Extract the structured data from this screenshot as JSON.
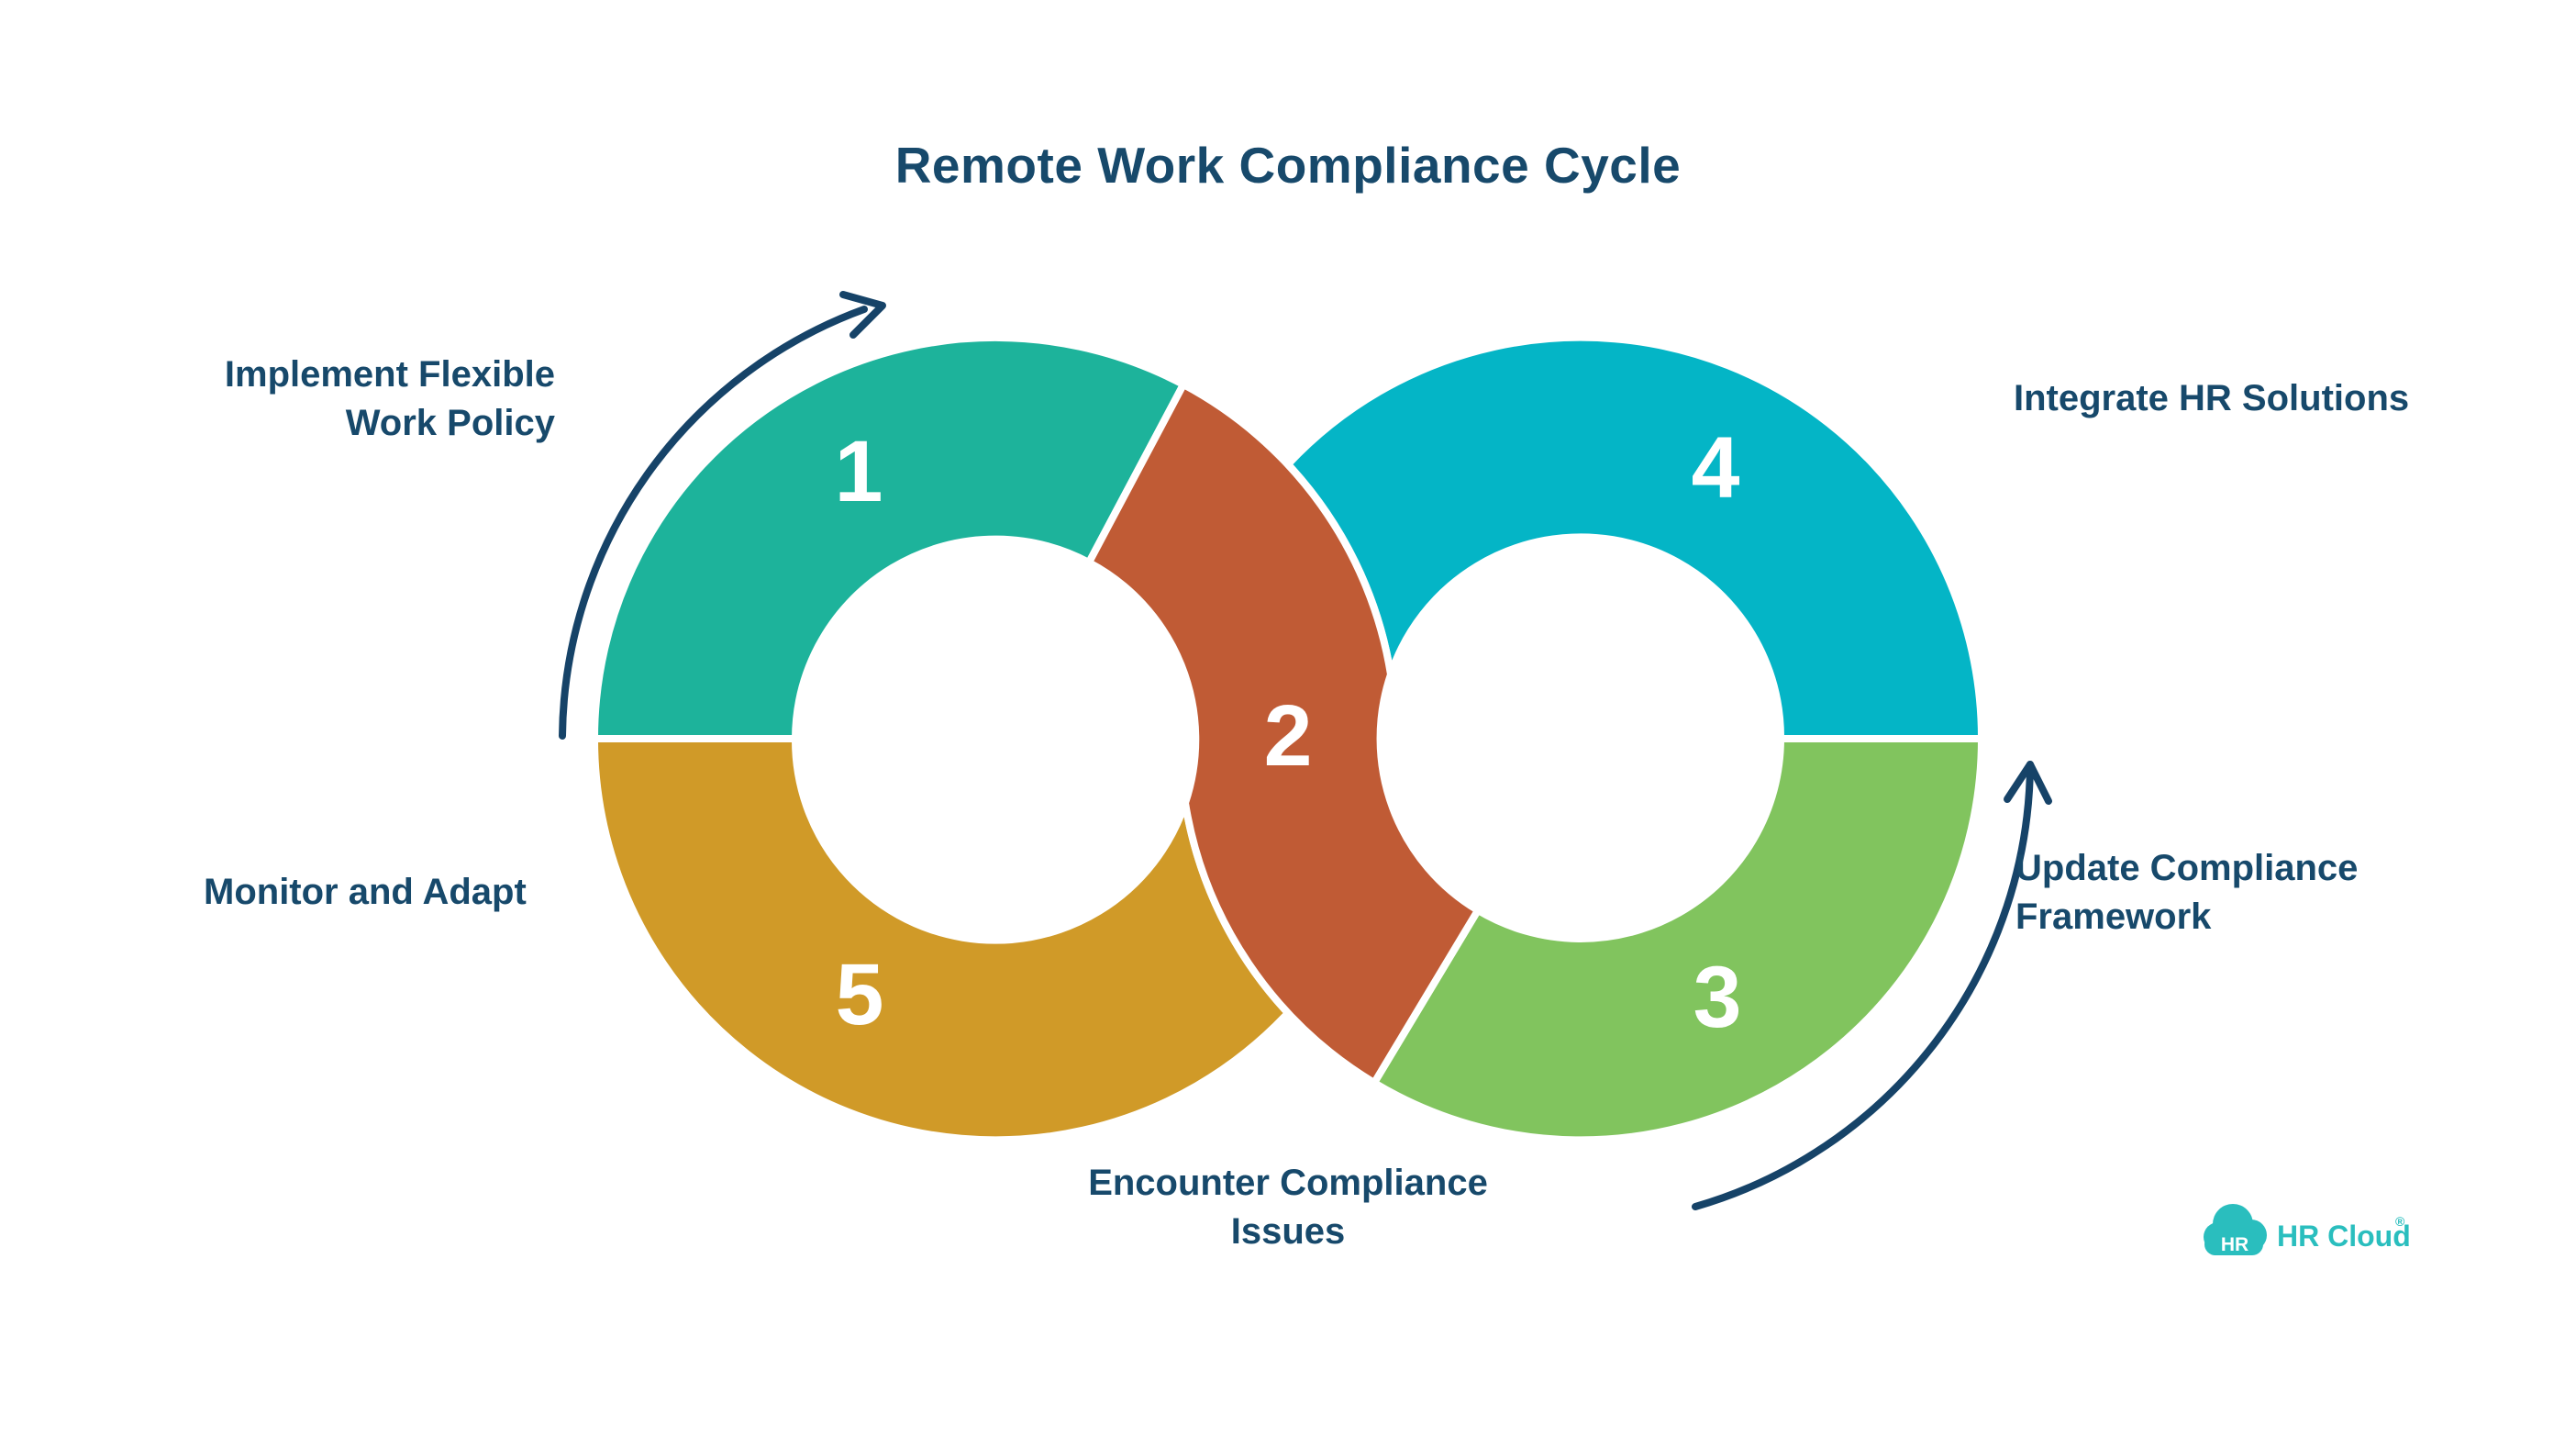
{
  "title": "Remote Work Compliance Cycle",
  "steps": [
    {
      "number": "1",
      "lines": [
        "Implement Flexible",
        "Work Policy"
      ]
    },
    {
      "number": "2",
      "lines": [
        "Encounter Compliance",
        "Issues"
      ]
    },
    {
      "number": "3",
      "lines": [
        "Update Compliance",
        "Framework"
      ]
    },
    {
      "number": "4",
      "lines": [
        "Integrate HR Solutions"
      ]
    },
    {
      "number": "5",
      "lines": [
        "Monitor and Adapt"
      ]
    }
  ],
  "logo": {
    "badge_text": "HR",
    "wordmark": "HR Cloud",
    "registered_mark": "®"
  },
  "colors": {
    "background": "#ffffff",
    "title_text": "#17496B",
    "label_text": "#17496B",
    "arrow": "#164368",
    "number_text": "#ffffff",
    "step1": "#1DB39B",
    "step2": "#C05B35",
    "step3": "#81C45E",
    "step4": "#04B5C6",
    "step5": "#D09A28",
    "logo_teal": "#2ABEBE",
    "logo_badge_text": "#ffffff"
  }
}
